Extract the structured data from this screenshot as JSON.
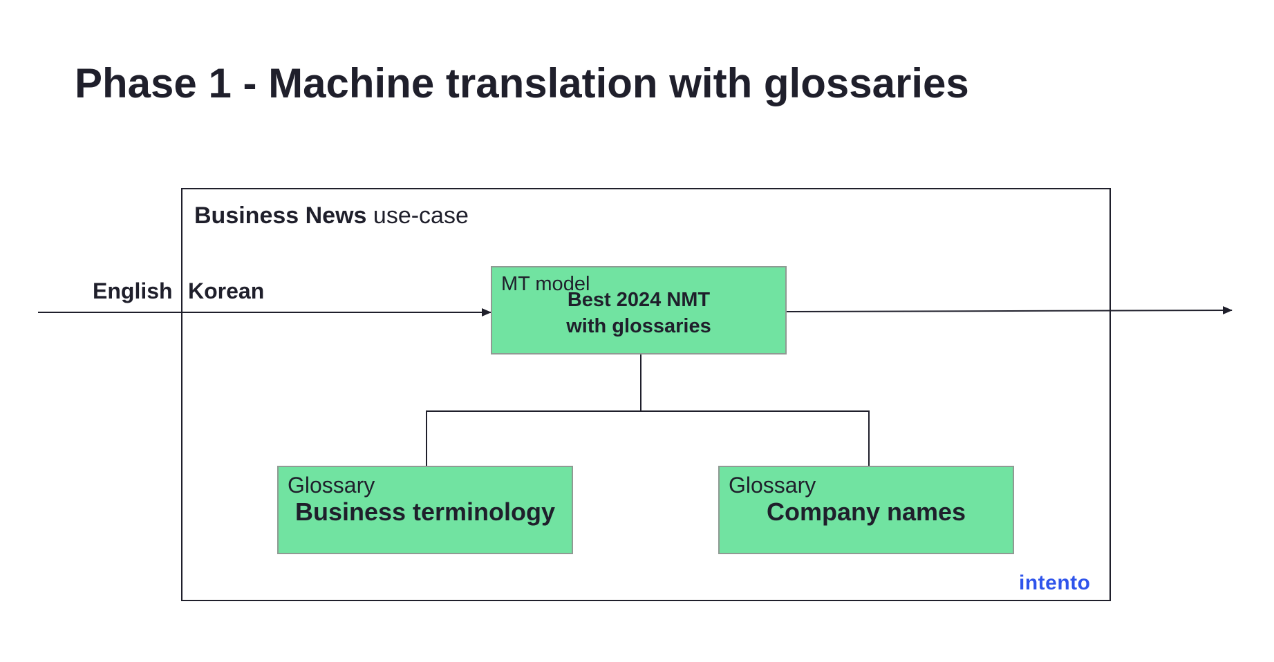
{
  "title": "Phase 1 - Machine translation with glossaries",
  "usecase": {
    "name": "Business News",
    "suffix": "use-case"
  },
  "languages": {
    "source": "English",
    "target": "Korean"
  },
  "mt_model": {
    "caption": "MT model",
    "line1": "Best 2024 NMT",
    "line2": "with glossaries"
  },
  "glossaries": [
    {
      "caption": "Glossary",
      "name": "Business terminology"
    },
    {
      "caption": "Glossary",
      "name": "Company names"
    }
  ],
  "brand": {
    "text": "intento",
    "color": "#2f54eb"
  },
  "colors": {
    "box_fill": "#71e3a1",
    "ink": "#1f1f2b"
  }
}
